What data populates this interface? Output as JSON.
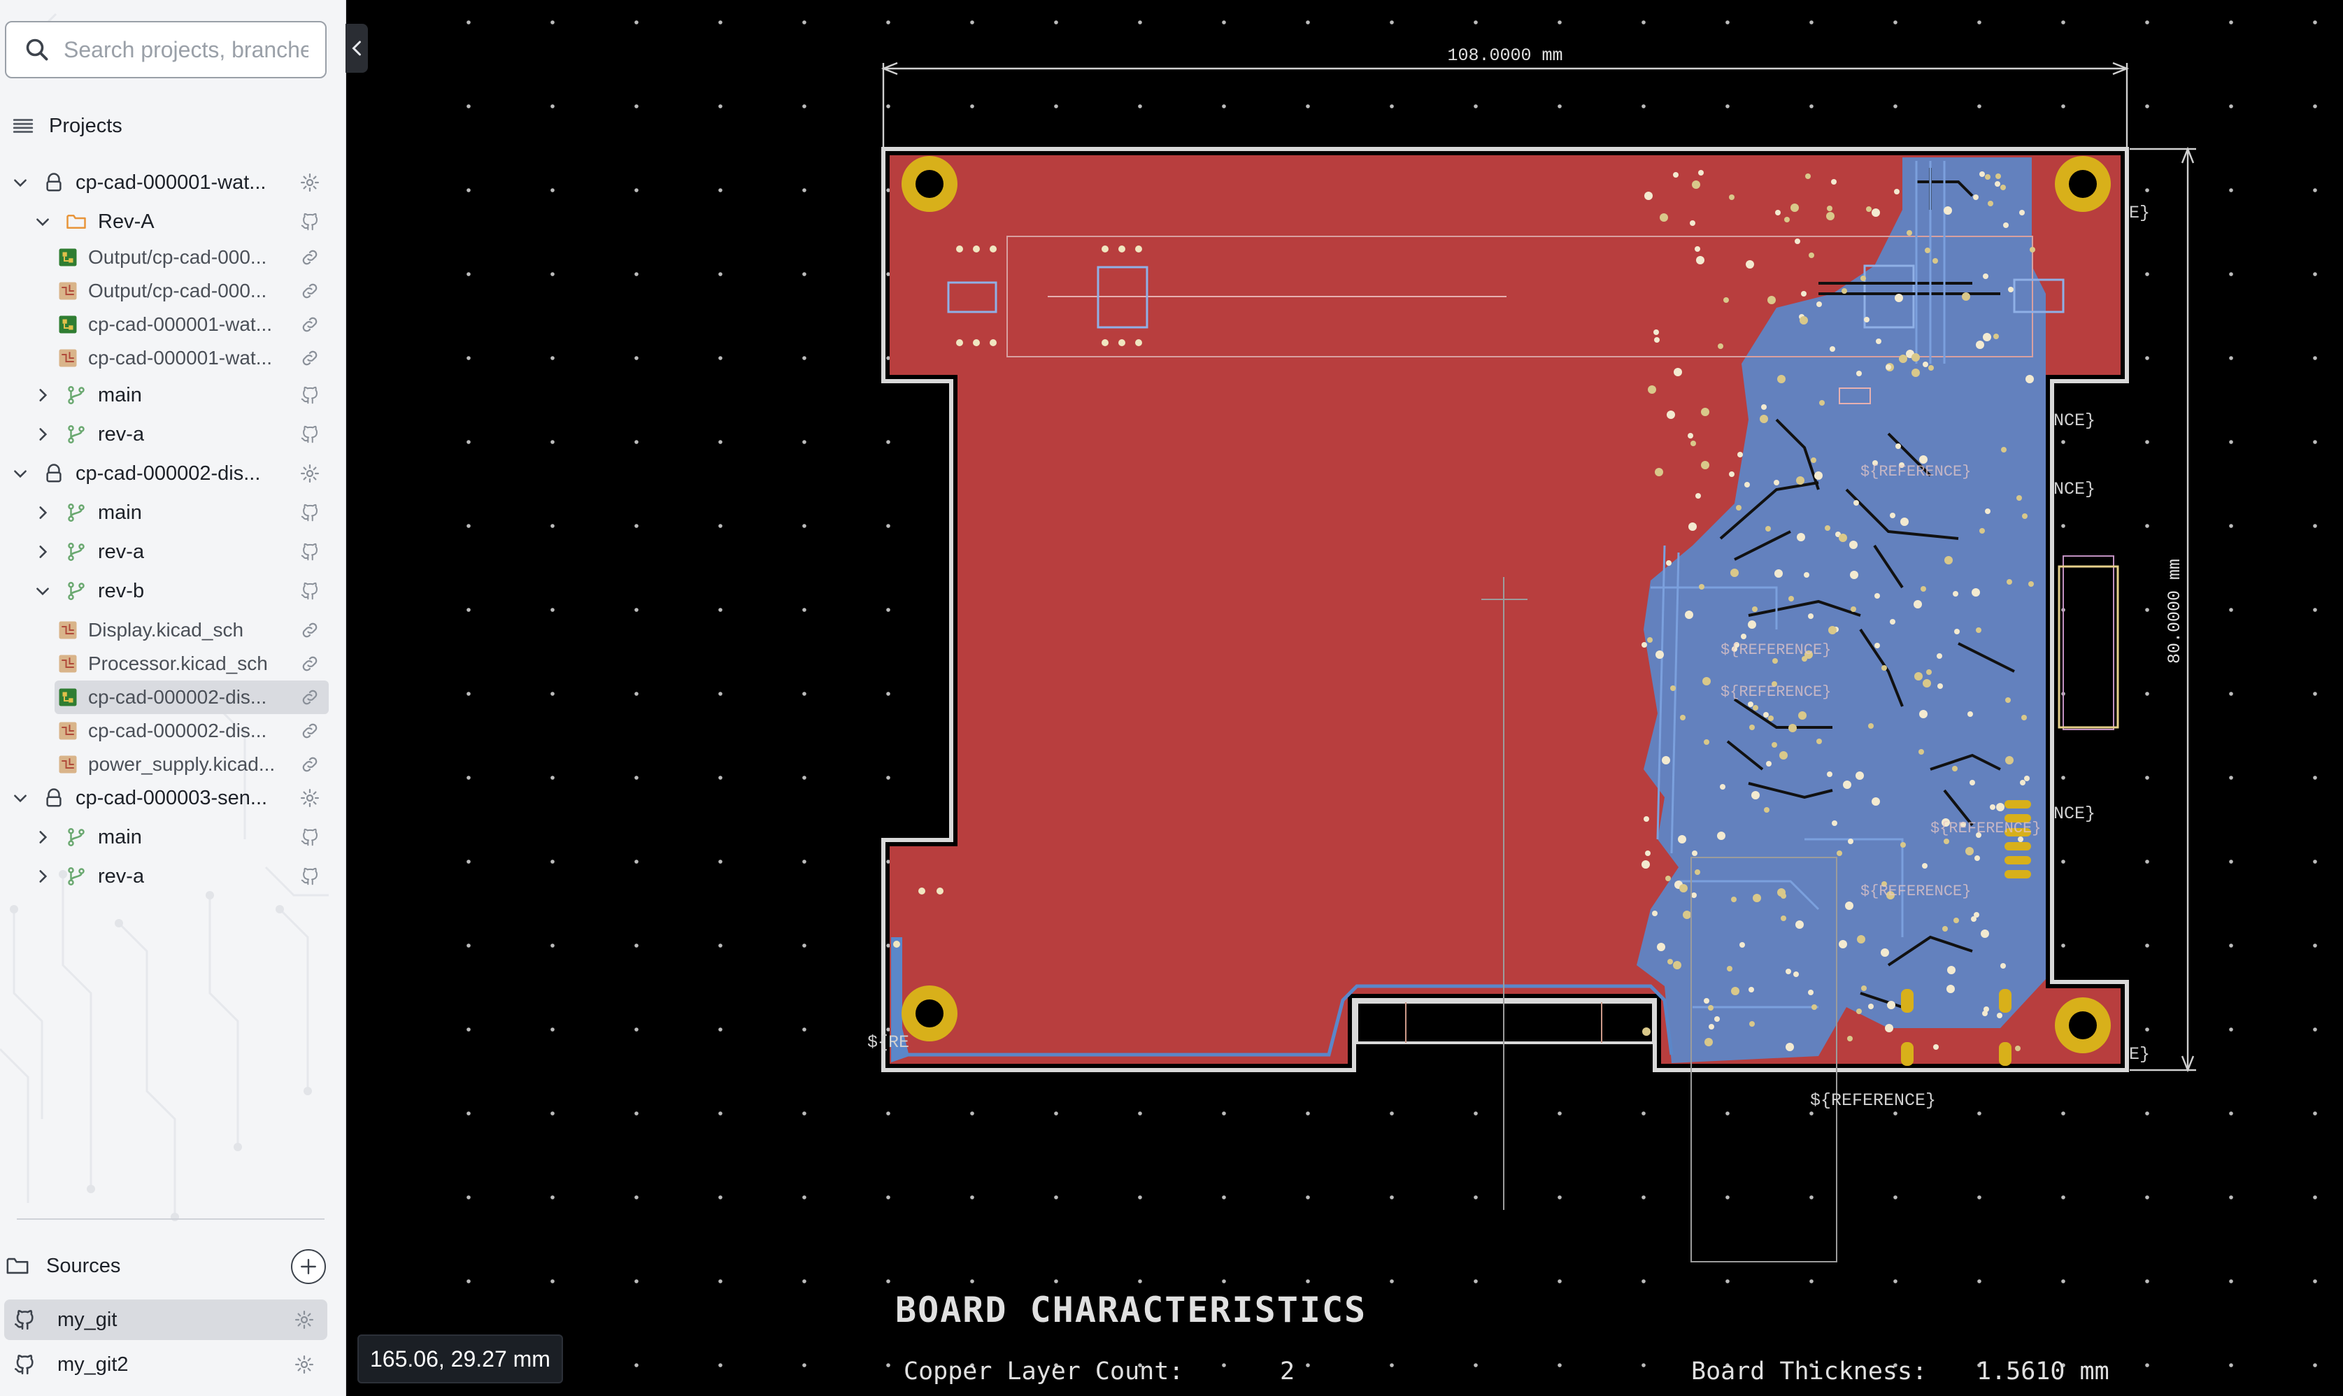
{
  "search": {
    "placeholder": "Search projects, branches..."
  },
  "sidebar": {
    "projects_title": "Projects",
    "tree": [
      {
        "label": "cp-cad-000001-wat...",
        "kind": "project",
        "expanded": true,
        "level": 0,
        "icon": "lock-icon",
        "action": "gear-icon"
      },
      {
        "label": "Rev-A",
        "kind": "folder",
        "expanded": true,
        "level": 1,
        "icon": "folder-icon",
        "action": "git-icon"
      },
      {
        "label": "Output/cp-cad-000...",
        "kind": "file",
        "level": 2,
        "icon": "pcb-file-icon",
        "action": "link-icon"
      },
      {
        "label": "Output/cp-cad-000...",
        "kind": "file",
        "level": 2,
        "icon": "schematic-file-icon",
        "action": "link-icon"
      },
      {
        "label": "cp-cad-000001-wat...",
        "kind": "file",
        "level": 2,
        "icon": "pcb-file-icon",
        "action": "link-icon"
      },
      {
        "label": "cp-cad-000001-wat...",
        "kind": "file",
        "level": 2,
        "icon": "schematic-file-icon",
        "action": "link-icon"
      },
      {
        "label": "main",
        "kind": "branch",
        "expanded": false,
        "level": 1,
        "icon": "branch-icon",
        "action": "git-icon"
      },
      {
        "label": "rev-a",
        "kind": "branch",
        "expanded": false,
        "level": 1,
        "icon": "branch-icon",
        "action": "git-icon"
      },
      {
        "label": "cp-cad-000002-dis...",
        "kind": "project",
        "expanded": true,
        "level": 0,
        "icon": "lock-icon",
        "action": "gear-icon"
      },
      {
        "label": "main",
        "kind": "branch",
        "expanded": false,
        "level": 1,
        "icon": "branch-icon",
        "action": "git-icon"
      },
      {
        "label": "rev-a",
        "kind": "branch",
        "expanded": false,
        "level": 1,
        "icon": "branch-icon",
        "action": "git-icon"
      },
      {
        "label": "rev-b",
        "kind": "branch",
        "expanded": true,
        "level": 1,
        "icon": "branch-icon",
        "action": "git-icon"
      },
      {
        "label": "Display.kicad_sch",
        "kind": "file",
        "level": 2,
        "icon": "schematic-file-icon",
        "action": "link-icon"
      },
      {
        "label": "Processor.kicad_sch",
        "kind": "file",
        "level": 2,
        "icon": "schematic-file-icon",
        "action": "link-icon"
      },
      {
        "label": "cp-cad-000002-dis...",
        "kind": "file",
        "level": 2,
        "icon": "pcb-file-icon",
        "action": "link-icon",
        "selected": true
      },
      {
        "label": "cp-cad-000002-dis...",
        "kind": "file",
        "level": 2,
        "icon": "schematic-file-icon",
        "action": "link-icon"
      },
      {
        "label": "power_supply.kicad...",
        "kind": "file",
        "level": 2,
        "icon": "schematic-file-icon",
        "action": "link-icon"
      },
      {
        "label": "cp-cad-000003-sen...",
        "kind": "project",
        "expanded": true,
        "level": 0,
        "icon": "lock-icon",
        "action": "gear-icon"
      },
      {
        "label": "main",
        "kind": "branch",
        "expanded": false,
        "level": 1,
        "icon": "branch-icon",
        "action": "git-icon"
      },
      {
        "label": "rev-a",
        "kind": "branch",
        "expanded": false,
        "level": 1,
        "icon": "branch-icon",
        "action": "git-icon"
      }
    ],
    "sources_title": "Sources",
    "sources": [
      {
        "label": "my_git",
        "selected": true
      },
      {
        "label": "my_git2",
        "selected": false
      }
    ]
  },
  "canvas": {
    "width_dimension": "108.0000 mm",
    "height_dimension": "80.0000 mm",
    "reference_label": "${REFERENCE}",
    "ref_partial_1": "${RE",
    "ref_partial_2": "E}",
    "ref_partial_3": "NCE}",
    "board_characteristics_title": "BOARD CHARACTERISTICS",
    "copper_layer_count_label": "Copper Layer Count:",
    "copper_layer_count_value": "2",
    "board_thickness_label": "Board Thickness:",
    "board_thickness_value": "1.5610 mm"
  },
  "status": {
    "cursor_coordinates": "165.06, 29.27 mm"
  },
  "colors": {
    "canvas_bg": "#000000",
    "front_copper": "#b83e3e",
    "back_copper": "#5b87c9",
    "edge_cuts": "#d9d9d9",
    "mounting_hole": "#d8b01a",
    "sidebar_bg": "#f4f5f7",
    "selection": "#d9dbe0"
  }
}
